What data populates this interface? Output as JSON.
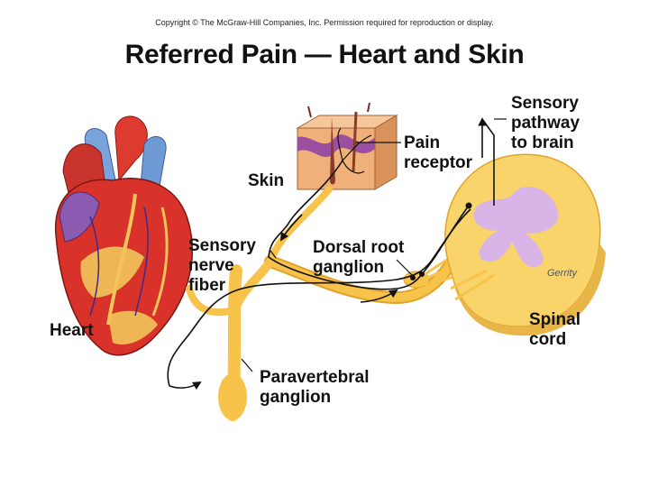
{
  "copyright": "Copyright © The McGraw-Hill Companies, Inc. Permission required for reproduction or display.",
  "title": "Referred Pain — Heart and Skin",
  "labels": {
    "sensory_pathway": "Sensory\npathway\nto brain",
    "pain_receptor": "Pain\nreceptor",
    "skin": "Skin",
    "sensory_nerve_fiber": "Sensory\nnerve\nfiber",
    "dorsal_root_ganglion": "Dorsal root\nganglion",
    "heart": "Heart",
    "spinal_cord": "Spinal\ncord",
    "paravertebral_ganglion": "Paravertebral\nganglion"
  },
  "signature": "Gerrity",
  "colors": {
    "nerve": "#f7c34a",
    "nerve_dark": "#e2a22a",
    "grey_matter": "#d9b4e6",
    "heart_red": "#d8322a",
    "heart_blue": "#6f9ad6",
    "skin": "#f0b07a",
    "dermis_purple": "#9a4fa0"
  }
}
